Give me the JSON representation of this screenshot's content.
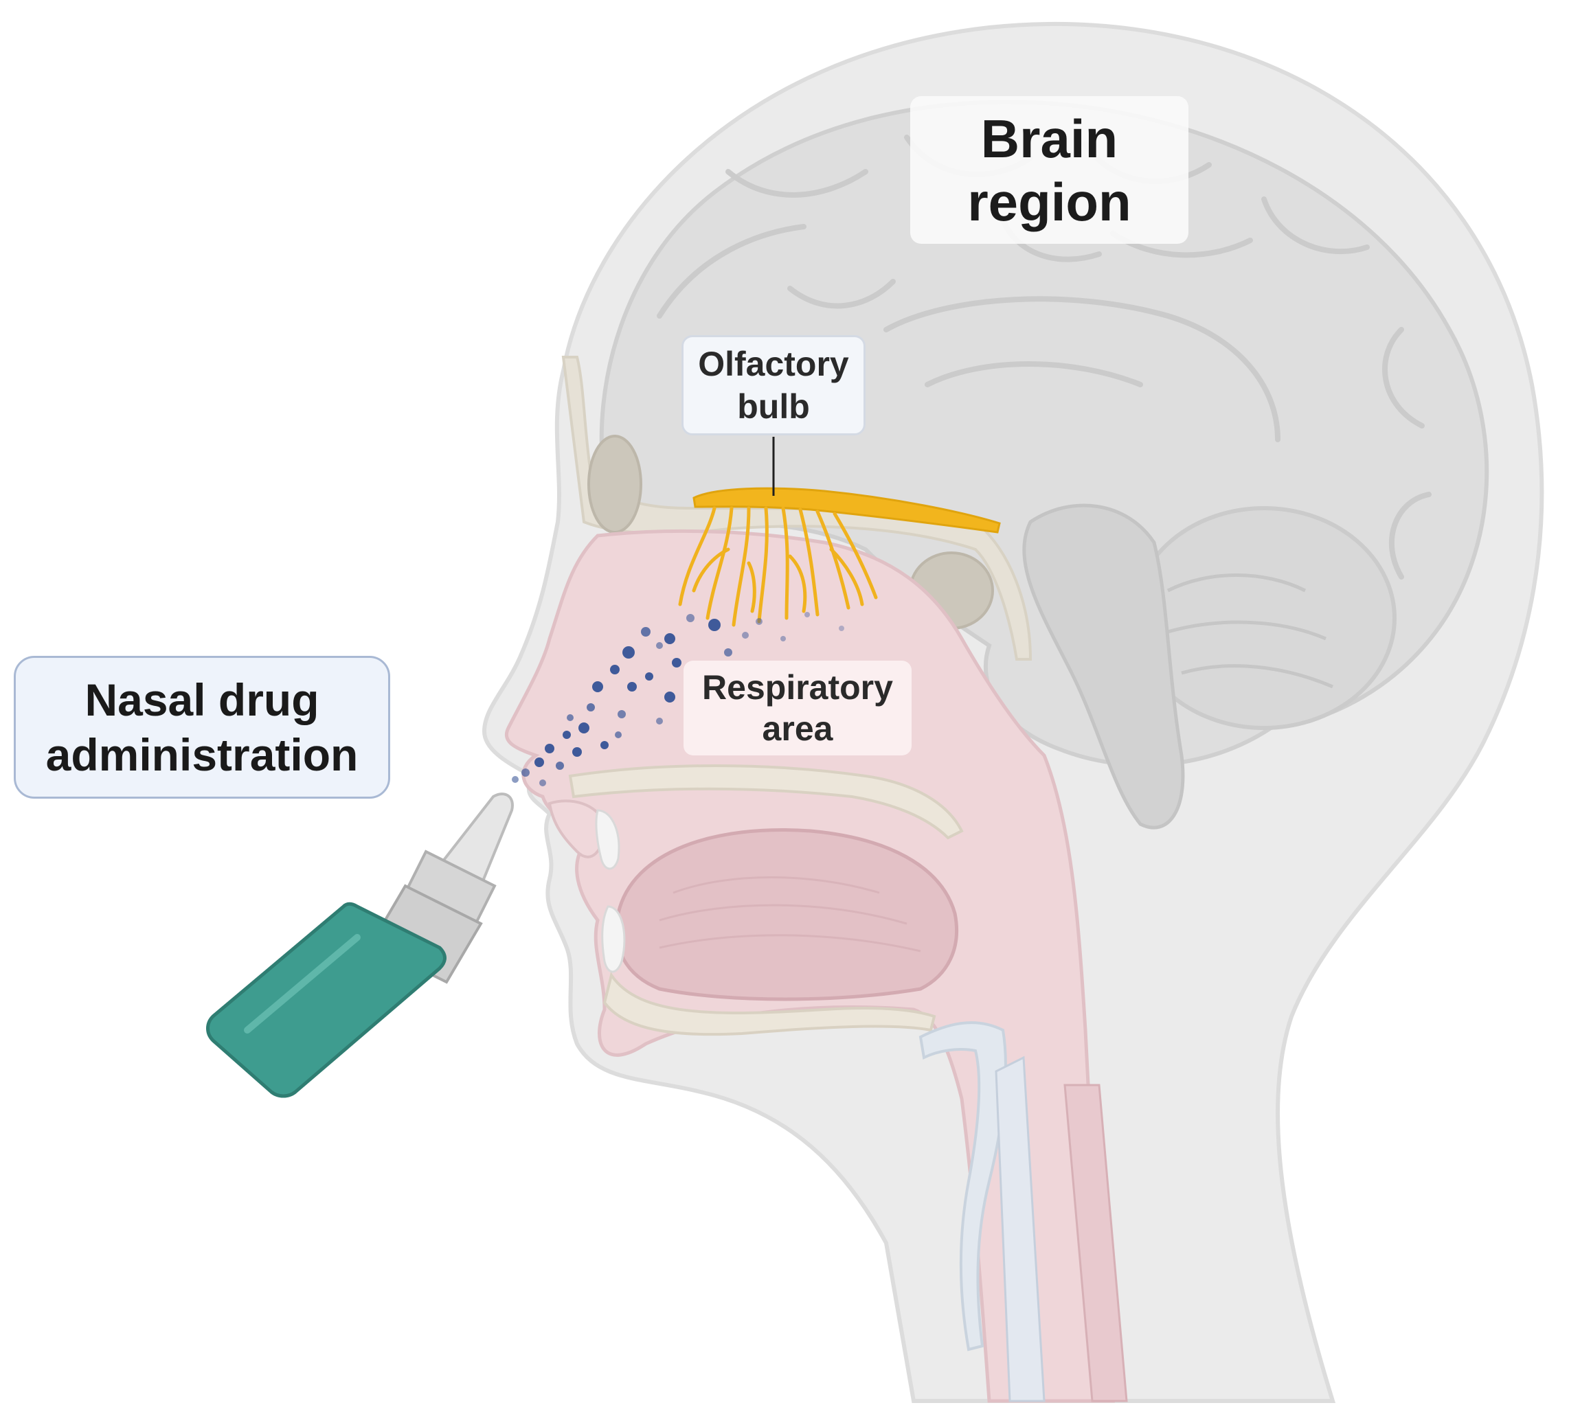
{
  "labels": {
    "brain": {
      "line1": "Brain",
      "line2": "region"
    },
    "olfactory": {
      "line1": "Olfactory",
      "line2": "bulb"
    },
    "respiratory": {
      "line1": "Respiratory",
      "line2": "area"
    },
    "nasal": {
      "line1": "Nasal drug",
      "line2": "administration"
    }
  },
  "colors": {
    "head": "#ebebeb",
    "head_outline": "#d9d9d9",
    "brain": "#dcdcdc",
    "nasal_cavity": "#eccfd3",
    "olfactory_nerve": "#f2b51d",
    "drug_particles": "#3f5a9a",
    "spray_bottle": "#3e9c8f",
    "spray_cap": "#d2d2d2"
  }
}
